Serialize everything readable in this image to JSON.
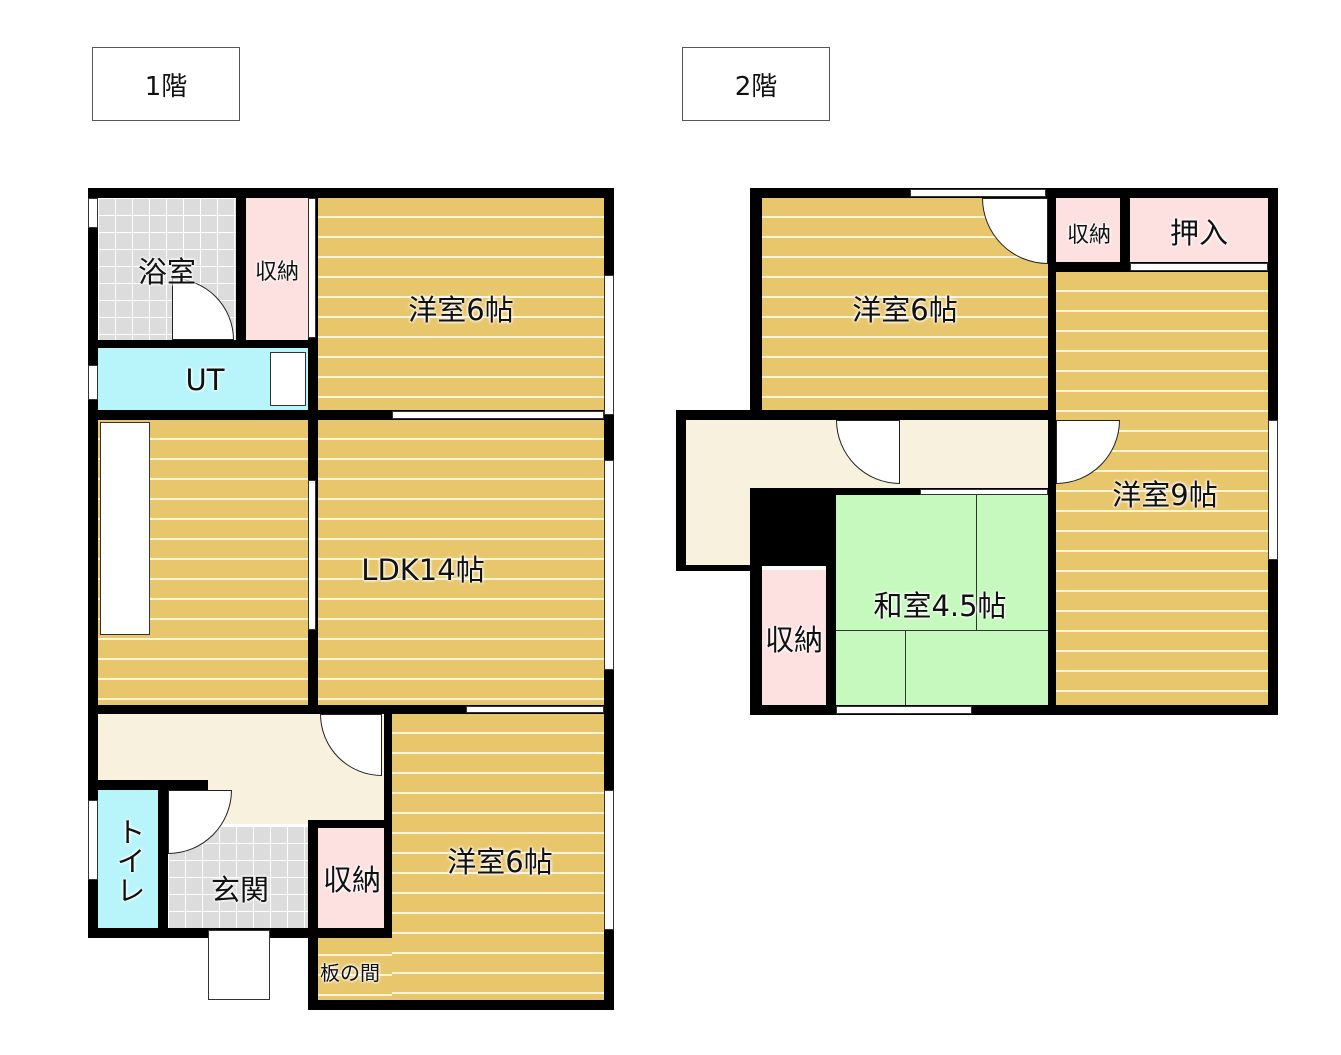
{
  "floors": {
    "f1": {
      "title": "1階"
    },
    "f2": {
      "title": "2階"
    }
  },
  "rooms1": {
    "bath": "浴室",
    "storage_a": "収納",
    "western_top": "洋室6帖",
    "ut": "UT",
    "ldk": "LDK14帖",
    "toilet": "トイレ",
    "entrance": "玄関",
    "storage_b": "収納",
    "western_bottom": "洋室6帖",
    "wood_floor": "板の間"
  },
  "rooms2": {
    "western_6": "洋室6帖",
    "storage_small": "収納",
    "closet": "押入",
    "western_9": "洋室9帖",
    "storage": "収納",
    "japanese": "和室4.5帖"
  },
  "colors": {
    "wood": "#e8c66c",
    "tile": "#dcdcdc",
    "storage": "#fde0e0",
    "water": "#b8f5fa",
    "tatami": "#c5f9bd",
    "hall": "#f7f1dd",
    "wall": "#000000"
  }
}
